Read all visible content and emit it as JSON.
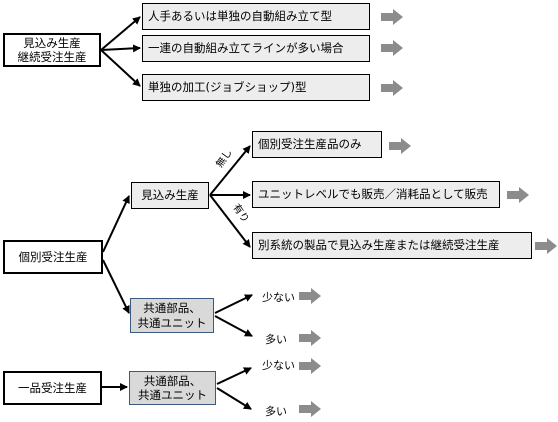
{
  "colors": {
    "line": "#000000",
    "arrow_gray": "#8c8c8c",
    "box_fill": "#ededed",
    "box_fill_blue": "#d9d9d9",
    "box_border_blue": "#3b5a80"
  },
  "section1": {
    "root": {
      "line1": "見込み生産",
      "line2": "継続受注生産"
    },
    "options": [
      "人手あるいは単独の自動組み立て型",
      "一連の自動組み立てラインが多い場合",
      "単独の加工(ジョブショップ)型"
    ]
  },
  "section2": {
    "root": "個別受注生産",
    "mikomi": "見込み生産",
    "branch_none": "無し",
    "branch_yes": "有り",
    "outcomes": [
      "個別受注生産品のみ",
      "ユニットレベルでも販売／消耗品として販売",
      "別系統の製品で見込み生産または継続受注生産"
    ],
    "common": {
      "line1": "共通部品、",
      "line2": "共通ユニット"
    },
    "few": "少ない",
    "many": "多い"
  },
  "section3": {
    "root": "一品受注生産",
    "common": {
      "line1": "共通部品、",
      "line2": "共通ユニット"
    },
    "few": "少ない",
    "many": "多い"
  }
}
